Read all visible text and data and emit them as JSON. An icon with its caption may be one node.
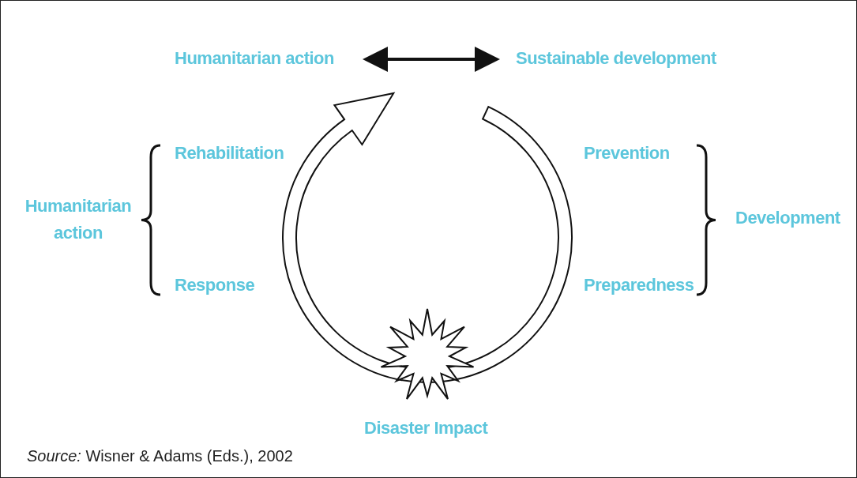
{
  "diagram": {
    "caption": "*Source:* Wisner & Adams (Eds.), 2002",
    "nodes": [
      {
        "text": [
          "Humanitarian action"
        ]
      },
      {
        "text": [
          "Sustainable development"
        ]
      }
    ],
    "edges": [
      {
        "from": 0,
        "to": 1,
        "arrow": "both"
      }
    ],
    "labels": [
      "Rehabilitation",
      "Prevention",
      "Humanitarian action",
      "Development",
      "Response",
      "Preparedness",
      "Disaster Impact"
    ]
  }
}
